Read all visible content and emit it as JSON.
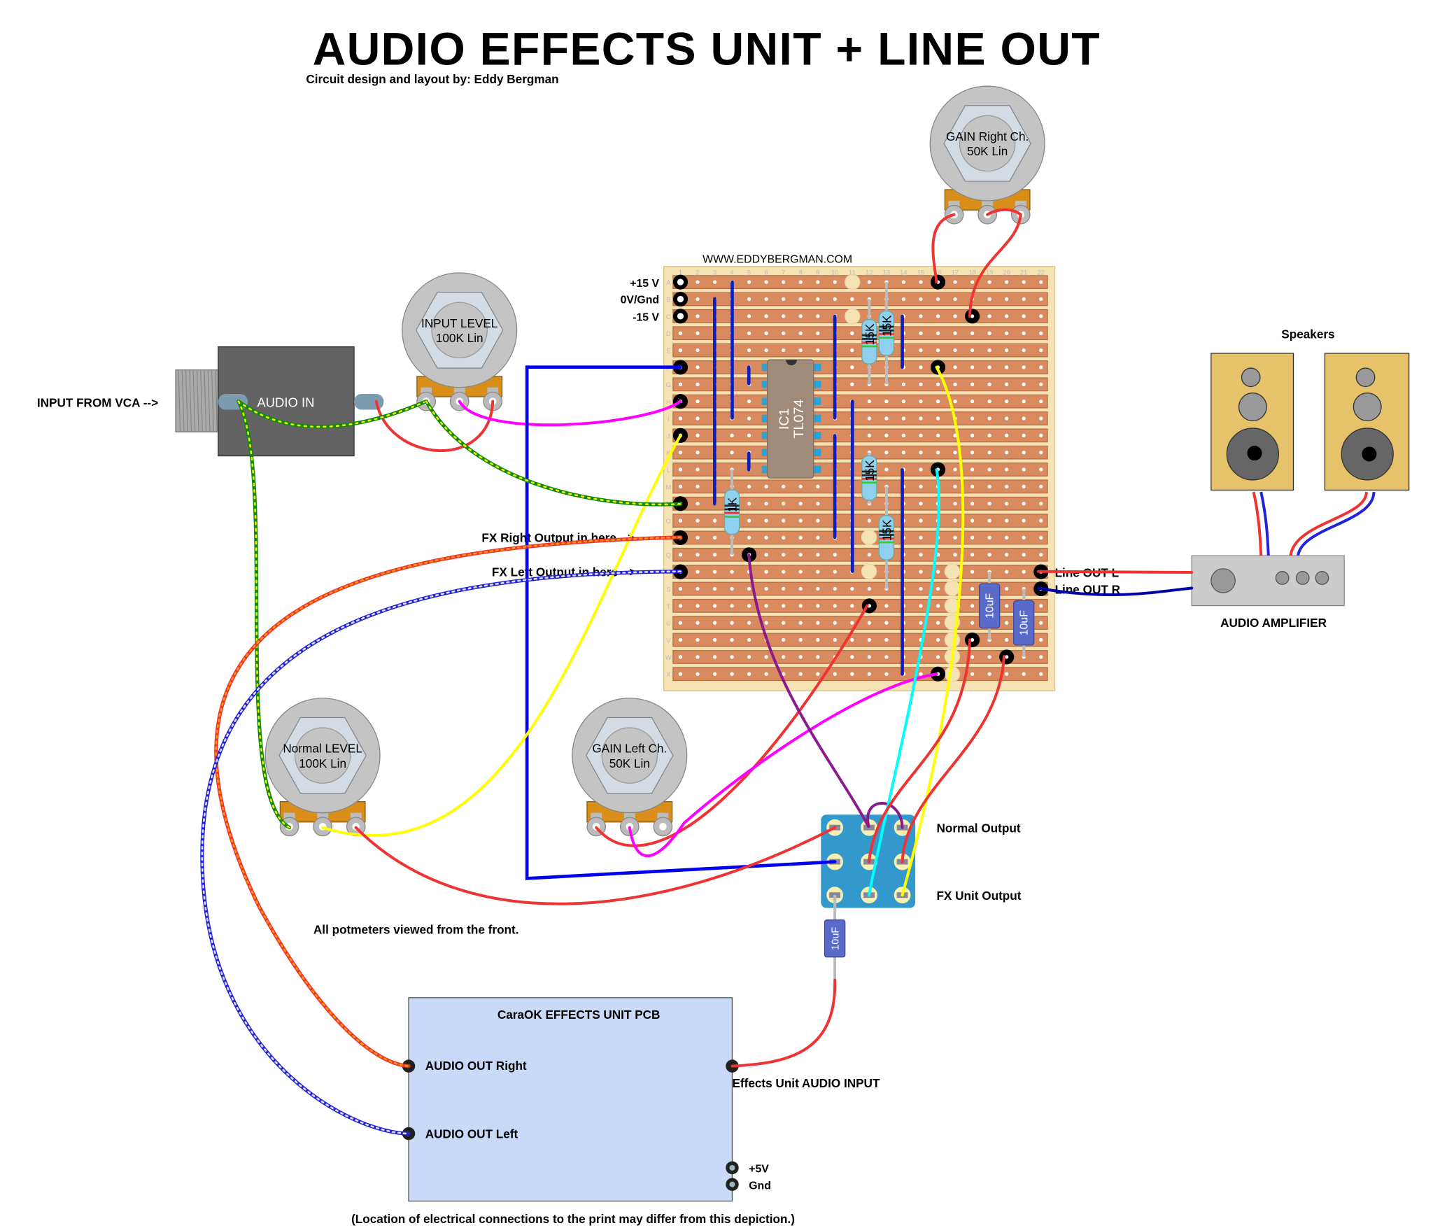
{
  "title": "AUDIO EFFECTS UNIT + LINE OUT",
  "subtitle": "Circuit design and layout by: Eddy Bergman",
  "board": {
    "website": "WWW.EDDYBERGMAN.COM",
    "row_labels": [
      "A",
      "B",
      "C",
      "D",
      "E",
      "F",
      "G",
      "H",
      "I",
      "J",
      "K",
      "L",
      "M",
      "N",
      "O",
      "P",
      "Q",
      "R",
      "S",
      "T",
      "U",
      "V",
      "W",
      "X"
    ],
    "column_labels": [
      "1",
      "2",
      "3",
      "4",
      "5",
      "6",
      "7",
      "8",
      "9",
      "10",
      "11",
      "12",
      "13",
      "14",
      "15",
      "16",
      "17",
      "18",
      "19",
      "20",
      "21",
      "22"
    ],
    "power": {
      "plus15": "+15 V",
      "gnd": "0V/Gnd",
      "minus15": "-15 V"
    },
    "ic": {
      "ref": "IC1",
      "part": "TL074"
    },
    "resistors": [
      "15K",
      "15K",
      "15K",
      "15K",
      "1K"
    ],
    "capacitors": [
      "10uF",
      "10uF"
    ],
    "line_out_l": "Line OUT L",
    "line_out_r": "Line OUT R",
    "colors": {
      "strip": "#d98a5e",
      "board": "#f5e3b3",
      "link": "#0b1fbf"
    }
  },
  "jack": {
    "label": "AUDIO IN",
    "input_label": "INPUT FROM VCA -->"
  },
  "pots": {
    "input_level": {
      "name": "INPUT LEVEL",
      "value": "100K Lin"
    },
    "gain_right": {
      "name": "GAIN Right Ch.",
      "value": "50K Lin"
    },
    "normal_level": {
      "name": "Normal LEVEL",
      "value": "100K Lin"
    },
    "gain_left": {
      "name": "GAIN Left Ch.",
      "value": "50K Lin"
    }
  },
  "labels": {
    "fx_right": "FX Right Output in here -->",
    "fx_left": "FX Left Output in here -->",
    "normal_output": "Normal Output",
    "fx_unit_output": "FX Unit Output",
    "pot_note": "All potmeters viewed from the front.",
    "footer_note": "(Location of electrical connections to the print may differ from this depiction.)",
    "speakers": "Speakers",
    "amplifier": "AUDIO AMPLIFIER",
    "switch_cap": "10uF"
  },
  "pcb": {
    "title": "CaraOK EFFECTS UNIT PCB",
    "out_right": "AUDIO OUT Right",
    "out_left": "AUDIO OUT Left",
    "fx_input": "Effects Unit AUDIO INPUT",
    "plus5": "+5V",
    "gnd": "Gnd"
  }
}
